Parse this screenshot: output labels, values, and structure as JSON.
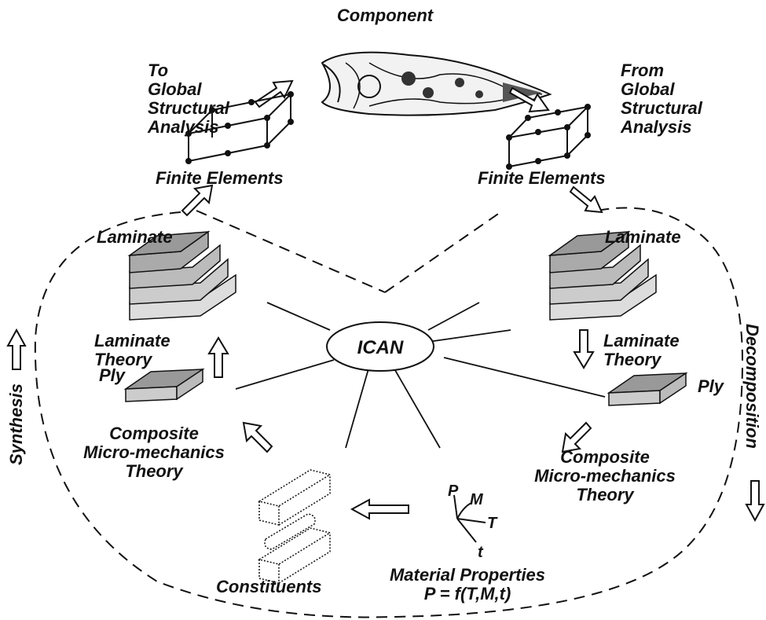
{
  "title": "Component",
  "center": "ICAN",
  "left": {
    "to_global": [
      "To",
      "Global",
      "Structural",
      "Analysis"
    ],
    "finite_elements": "Finite Elements",
    "laminate": "Laminate",
    "laminate_theory": [
      "Laminate",
      "Theory"
    ],
    "ply": "Ply",
    "micromechanics": [
      "Composite",
      "Micro-mechanics",
      "Theory"
    ],
    "constituents": "Constituents",
    "side_label": "Synthesis"
  },
  "right": {
    "from_global": [
      "From",
      "Global",
      "Structural",
      "Analysis"
    ],
    "finite_elements": "Finite Elements",
    "laminate": "Laminate",
    "laminate_theory": [
      "Laminate",
      "Theory"
    ],
    "ply": "Ply",
    "micromechanics": [
      "Composite",
      "Micro-mechanics",
      "Theory"
    ],
    "side_label": "Decomposition"
  },
  "material": {
    "title": "Material Properties",
    "formula": "P = f(T,M,t)",
    "axes": {
      "p": "P",
      "m": "M",
      "t_upper": "T",
      "t_lower": "t"
    }
  }
}
